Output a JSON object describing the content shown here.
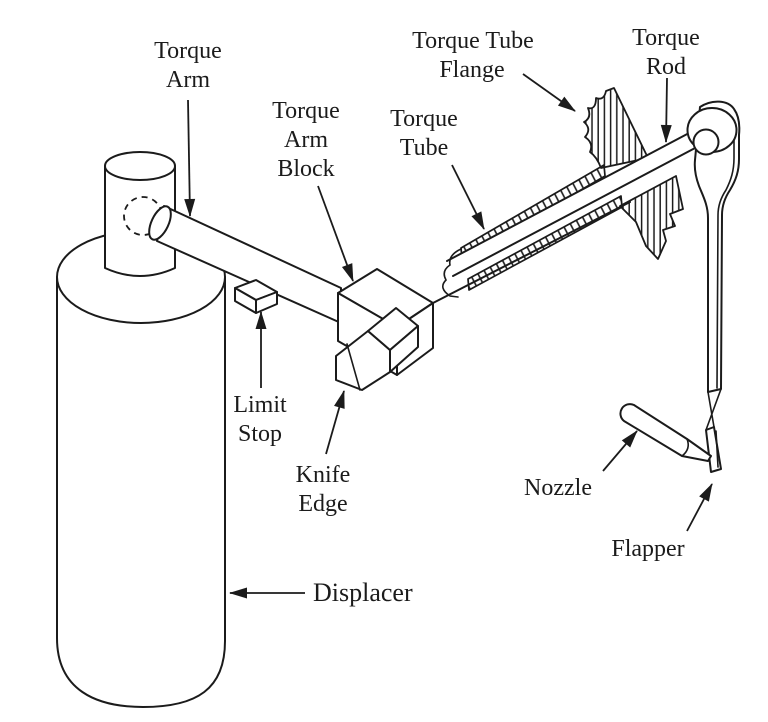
{
  "figure": {
    "kind": "technical line diagram",
    "subject": "torque tube displacer level instrument",
    "colors": {
      "background": "#ffffff",
      "line": "#1b1b1b"
    }
  },
  "parts": [
    "displacer",
    "displacer-stem",
    "torque-arm",
    "limit-stop",
    "torque-arm-block",
    "knife-edge",
    "torque-tube",
    "torque-tube-flange",
    "torque-rod",
    "rod-end-cap",
    "flapper",
    "nozzle"
  ],
  "labels": {
    "torque_arm": {
      "lines": [
        "Torque",
        "Arm"
      ]
    },
    "torque_arm_block": {
      "lines": [
        "Torque",
        "Arm",
        "Block"
      ]
    },
    "torque_tube_flange": {
      "lines": [
        "Torque Tube",
        "Flange"
      ]
    },
    "torque_tube": {
      "lines": [
        "Torque",
        "Tube"
      ]
    },
    "torque_rod": {
      "lines": [
        "Torque",
        "Rod"
      ]
    },
    "limit_stop": {
      "lines": [
        "Limit",
        "Stop"
      ]
    },
    "knife_edge": {
      "lines": [
        "Knife",
        "Edge"
      ]
    },
    "displacer": {
      "lines": [
        "Displacer"
      ]
    },
    "nozzle": {
      "lines": [
        "Nozzle"
      ]
    },
    "flapper": {
      "lines": [
        "Flapper"
      ]
    }
  }
}
